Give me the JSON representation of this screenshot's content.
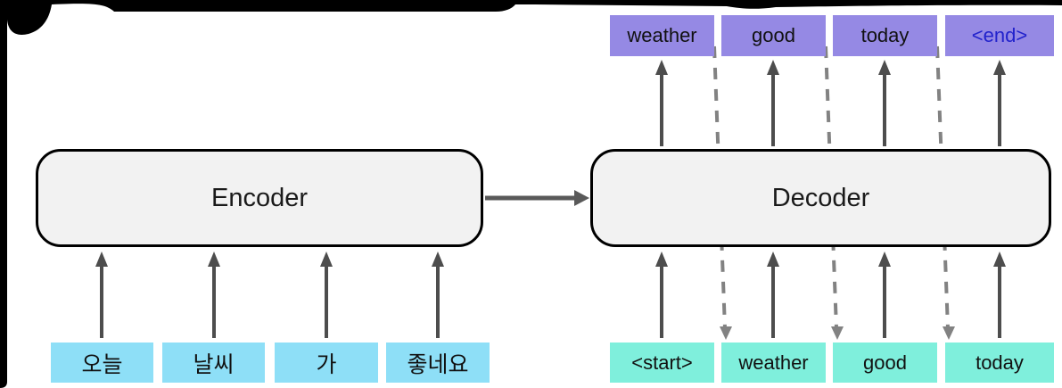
{
  "diagram": {
    "title_hint": "seq2seq encoder-decoder translation diagram",
    "encoder": {
      "label": "Encoder"
    },
    "decoder": {
      "label": "Decoder"
    },
    "encoder_inputs": [
      "오늘",
      "날씨",
      "가",
      "좋네요"
    ],
    "decoder_inputs": [
      "<start>",
      "weather",
      "good",
      "today"
    ],
    "decoder_outputs": [
      "weather",
      "good",
      "today",
      "<end>"
    ],
    "colors": {
      "encoder_input_box": "#8EDFF7",
      "decoder_input_box": "#7FEFDC",
      "decoder_output_box": "#9589E4",
      "end_token_text": "#2222CC",
      "block_fill": "#F2F2F2",
      "block_border": "#000000",
      "solid_arrow": "#4D4D4D",
      "dashed_arrow": "#828282",
      "frame": "#000000",
      "background": "#FFFFFF"
    }
  }
}
